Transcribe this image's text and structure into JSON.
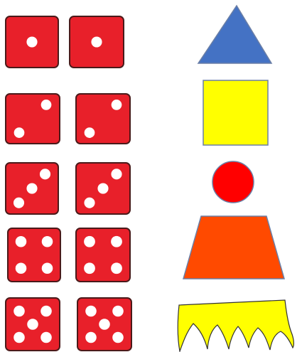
{
  "colors": {
    "background": "#ffffff",
    "die_face": "#e8202a",
    "die_border": "#4a1a1a",
    "pip": "#ffffff",
    "triangle": "#4472c4",
    "square": "#ffff00",
    "circle": "#ff0000",
    "trapezoid": "#ff4a00",
    "flame": "#ffff00",
    "shape_outline": "#6b7fa6"
  },
  "dice_rows": [
    {
      "pips": 1,
      "count": 2
    },
    {
      "pips": 2,
      "count": 2
    },
    {
      "pips": 3,
      "count": 2
    },
    {
      "pips": 4,
      "count": 2
    },
    {
      "pips": 5,
      "count": 2
    }
  ],
  "shapes": [
    "triangle",
    "square",
    "circle",
    "trapezoid",
    "flame"
  ]
}
